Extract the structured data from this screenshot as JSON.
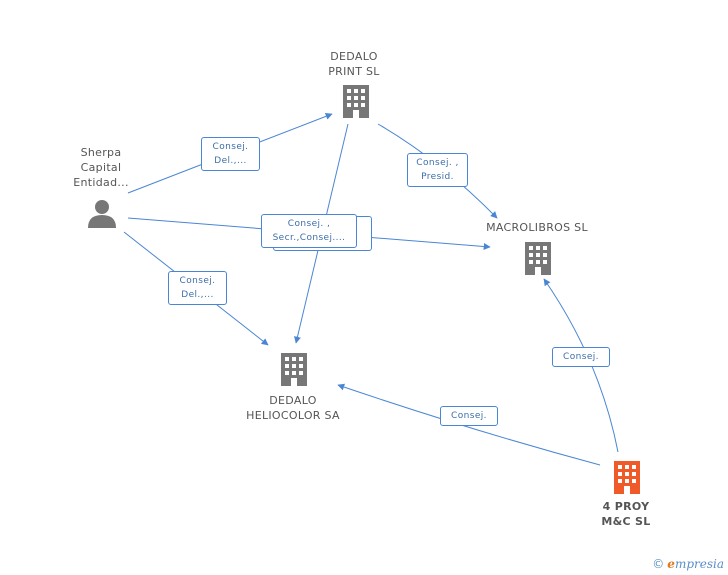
{
  "colors": {
    "edge": "#4a86d4",
    "node_gray": "#777777",
    "node_focus": "#f05a28"
  },
  "nodes": {
    "dedalo_print": {
      "line1": "DEDALO",
      "line2": "PRINT SL",
      "icon": "building-icon"
    },
    "sherpa": {
      "line1": "Sherpa",
      "line2": "Capital",
      "line3": "Entidad...",
      "icon": "person-icon"
    },
    "macrolibros": {
      "line1": "MACROLIBROS SL",
      "icon": "building-icon"
    },
    "dedalo_heliocolor": {
      "line1": "DEDALO",
      "line2": "HELIOCOLOR SA",
      "icon": "building-icon"
    },
    "proy": {
      "line1": "4 PROY",
      "line2": "M&C  SL",
      "icon": "building-icon"
    }
  },
  "edges": {
    "sherpa_print": {
      "l1": "Consej.",
      "l2": "Del.,..."
    },
    "print_macro": {
      "l1": "Consej. ,",
      "l2": "Presid."
    },
    "sherpa_macro": {
      "l1": "Consej. ,",
      "l2": "Secr.,Consej...."
    },
    "sherpa_helio": {
      "l1": "Consej.",
      "l2": "Del.,..."
    },
    "proy_macro": {
      "l1": "Consej."
    },
    "proy_helio": {
      "l1": "Consej."
    }
  },
  "brand": {
    "copyright": "©",
    "initial": "e",
    "rest": "mpresia"
  }
}
